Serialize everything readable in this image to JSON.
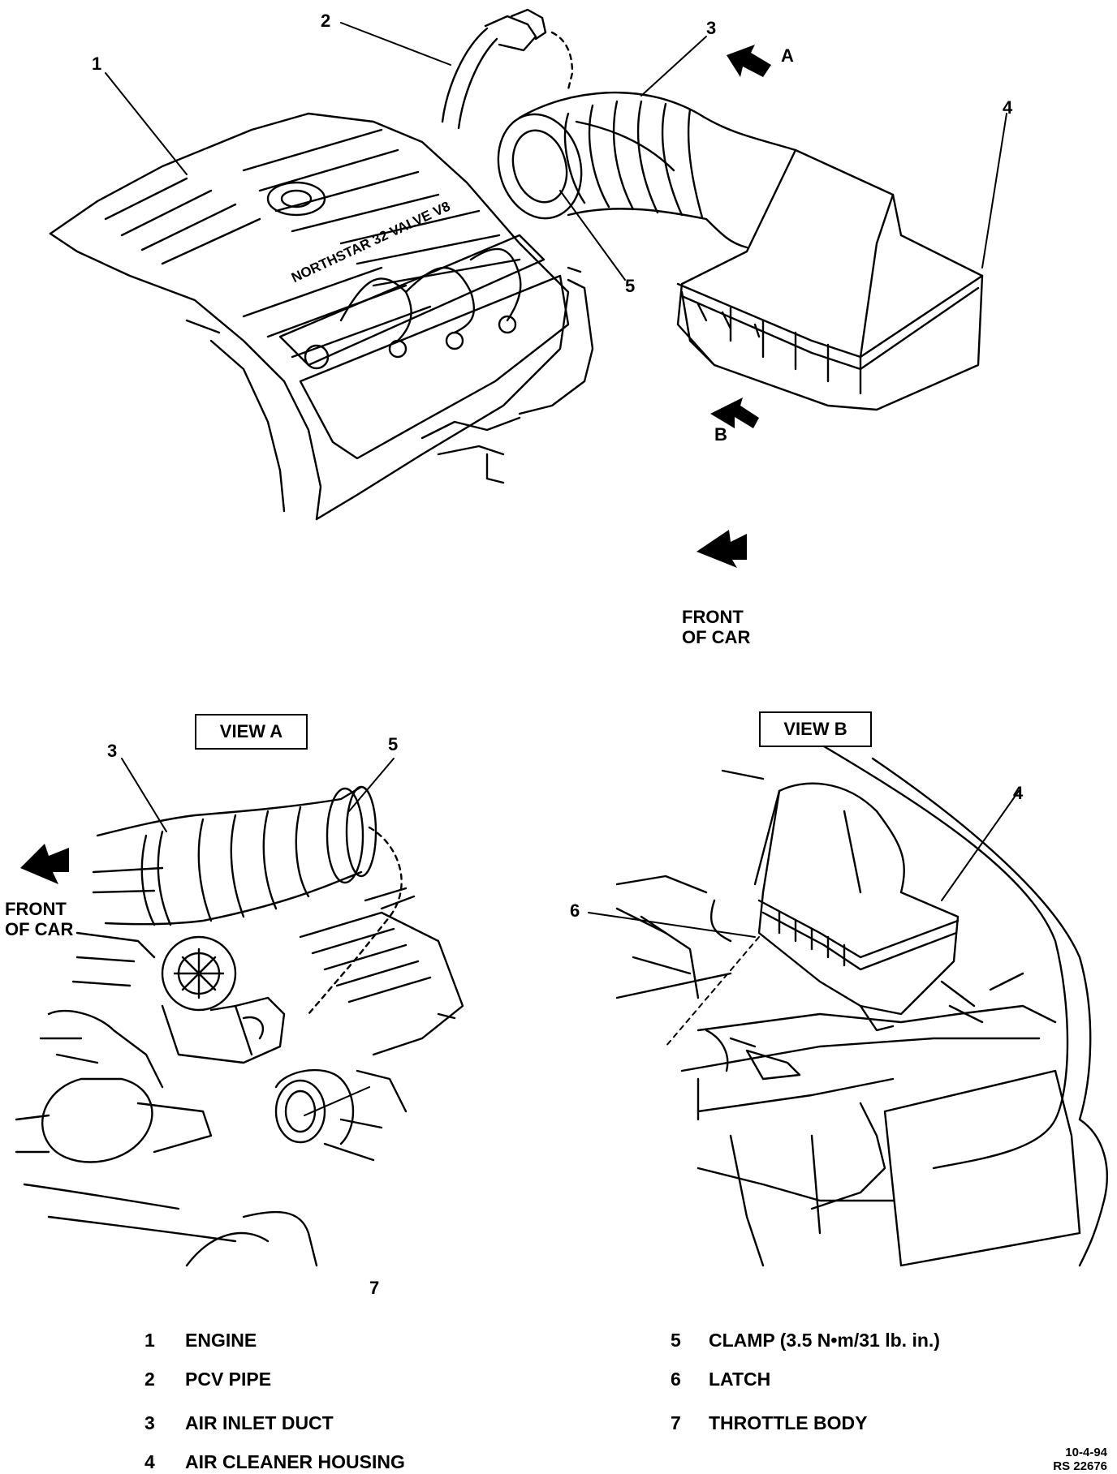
{
  "callouts": {
    "top": [
      "1",
      "2",
      "3",
      "4",
      "5"
    ],
    "view_a": [
      "3",
      "5",
      "7"
    ],
    "view_b": [
      "4",
      "6"
    ]
  },
  "directions": {
    "a": "A",
    "b": "B"
  },
  "front_of_car": {
    "line1": "FRONT",
    "line2": "OF CAR"
  },
  "engine_cover_text": "NORTHSTAR 32 VALVE V8",
  "views": {
    "a": "VIEW A",
    "b": "VIEW B"
  },
  "legend": [
    {
      "num": "1",
      "label": "ENGINE"
    },
    {
      "num": "2",
      "label": "PCV PIPE"
    },
    {
      "num": "3",
      "label": "AIR INLET DUCT"
    },
    {
      "num": "4",
      "label": "AIR CLEANER HOUSING"
    },
    {
      "num": "5",
      "label": "CLAMP (3.5 N•m/31 lb. in.)"
    },
    {
      "num": "6",
      "label": "LATCH"
    },
    {
      "num": "7",
      "label": "THROTTLE  BODY"
    }
  ],
  "stamp": {
    "date": "10-4-94",
    "code": "RS 22676"
  }
}
